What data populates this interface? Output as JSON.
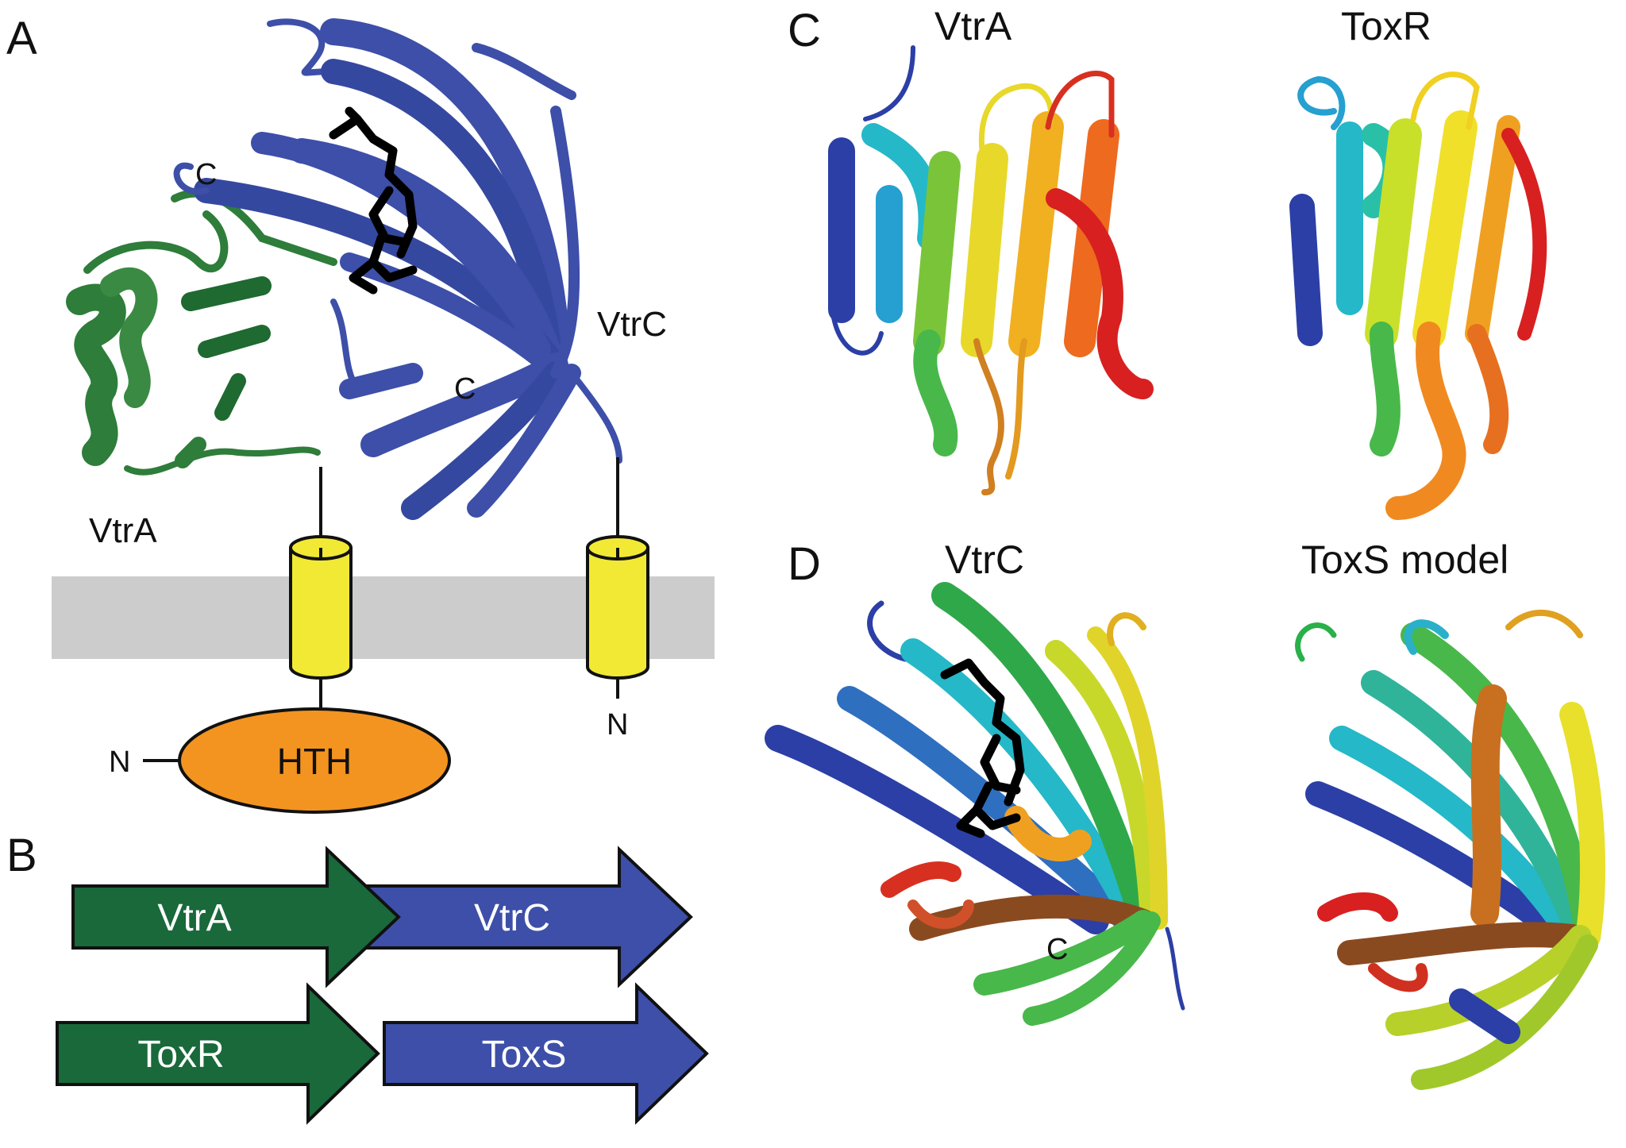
{
  "panels": {
    "a": {
      "letter": "A",
      "vtra_label": "VtrA",
      "vtrc_label": "VtrC",
      "c_term_vtra": "C",
      "c_term_vtrc": "C",
      "n_term_left": "N",
      "n_term_right": "N",
      "hth_label": "HTH"
    },
    "b": {
      "letter": "B",
      "gene_row_1": [
        "VtrA",
        "VtrC"
      ],
      "gene_row_2": [
        "ToxR",
        "ToxS"
      ]
    },
    "c": {
      "letter": "C",
      "left_title": "VtrA",
      "right_title": "ToxR"
    },
    "d": {
      "letter": "D",
      "left_title": "VtrC",
      "right_title": "ToxS model",
      "c_term": "C"
    }
  },
  "colors": {
    "green": "#2e7d3a",
    "dark_green": "#19693a",
    "blue": "#3d4fa8",
    "yellow": "#f2e934",
    "orange": "#f39420",
    "membrane": "#cccccc",
    "ligand": "#000000"
  },
  "icons": {
    "ligand": "steroid-ligand-icon",
    "helix": "tm-helix-cylinder-icon",
    "domain": "hth-domain-ellipse-icon"
  }
}
